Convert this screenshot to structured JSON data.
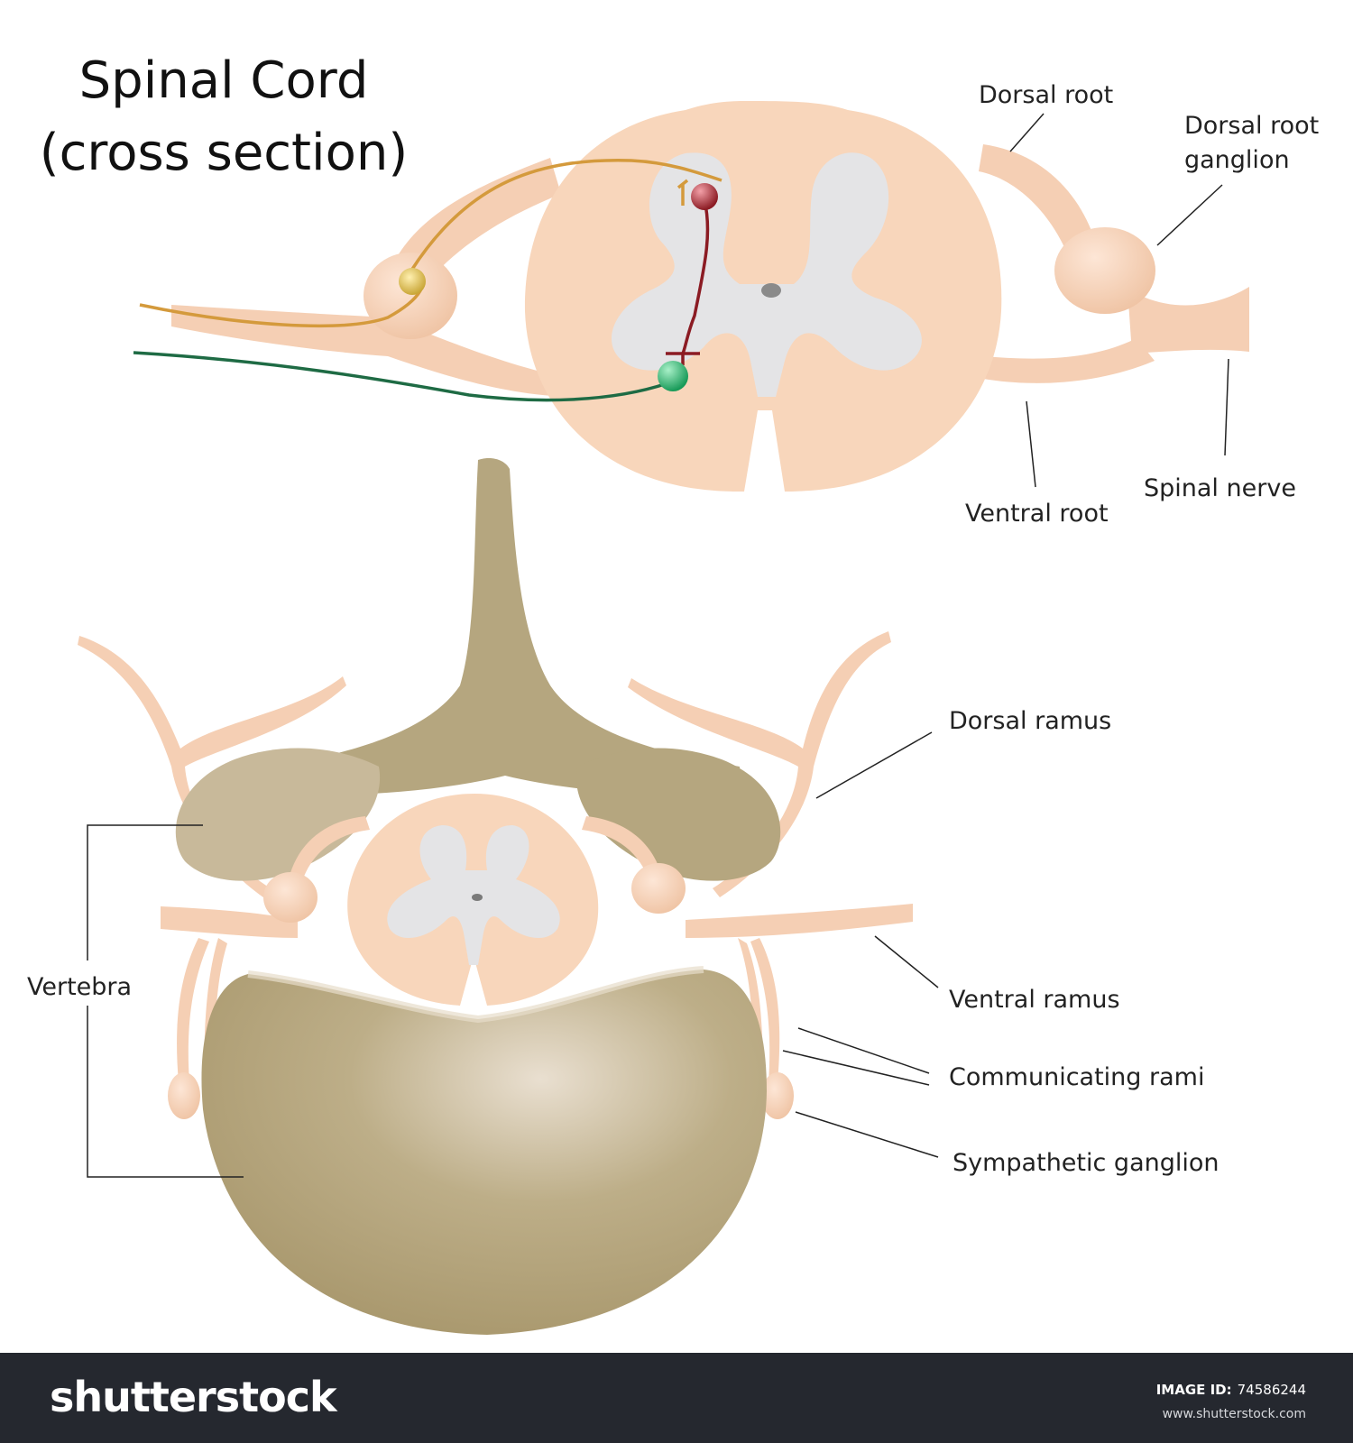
{
  "title": {
    "line1": "Spinal Cord",
    "line2": "(cross section)"
  },
  "labels": {
    "dorsal_root": "Dorsal root",
    "dorsal_root_ganglion_1": "Dorsal root",
    "dorsal_root_ganglion_2": "ganglion",
    "spinal_nerve": "Spinal nerve",
    "ventral_root": "Ventral root",
    "dorsal_ramus": "Dorsal ramus",
    "vertebra": "Vertebra",
    "ventral_ramus": "Ventral ramus",
    "communicating_rami": "Communicating rami",
    "sympathetic_ganglion": "Sympathetic ganglion"
  },
  "footer": {
    "brand": "shutterstock",
    "image_id_label": "IMAGE ID:",
    "image_id": "74586244",
    "site": "www.shutterstock.com"
  },
  "colors": {
    "cord": "#f8d6bb",
    "nerve": "#f5cfb4",
    "grey_matter": "#e4e4e6",
    "bone": "#b5a67f",
    "bone_light": "#d8ccb4",
    "sensory_axon": "#d49a3c",
    "motor_axon": "#1e6b44",
    "interneuron": "#8b1b23",
    "footer_bg": "#25282f"
  }
}
